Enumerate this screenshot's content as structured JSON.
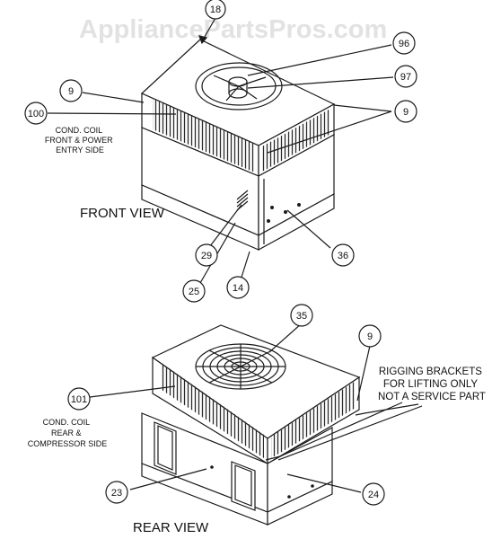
{
  "watermark": "AppliancePartsPros.com",
  "front_view": {
    "label": "FRONT VIEW",
    "coil_note": [
      "COND. COIL",
      "FRONT & POWER",
      "ENTRY SIDE"
    ]
  },
  "rear_view": {
    "label": "REAR VIEW",
    "coil_note": [
      "COND. COIL",
      "REAR &",
      "COMPRESSOR SIDE"
    ],
    "rigging_note": [
      "RIGGING BRACKETS",
      "FOR LIFTING ONLY",
      "NOT A SERVICE PART"
    ]
  },
  "callouts": {
    "c18": "18",
    "c96": "96",
    "c97": "97",
    "c9a": "9",
    "c9b": "9",
    "c100": "100",
    "c29": "29",
    "c25": "25",
    "c14": "14",
    "c36": "36",
    "c35": "35",
    "c9c": "9",
    "c101": "101",
    "c23": "23",
    "c24": "24"
  },
  "colors": {
    "line": "#1a1a1a",
    "watermark": "#e2e2e2",
    "background": "#ffffff"
  }
}
